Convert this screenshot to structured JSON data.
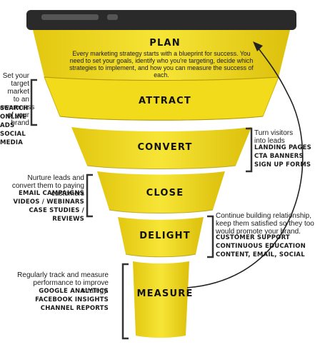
{
  "stages": [
    {
      "title": "PLAN",
      "description": "Every marketing strategy starts with a blueprint for success. You need to set your goals, identify who you're targeting, decide which strategies to implement, and how you can measure the success of each."
    },
    {
      "title": "ATTRACT"
    },
    {
      "title": "CONVERT"
    },
    {
      "title": "CLOSE"
    },
    {
      "title": "DELIGHT"
    },
    {
      "title": "MEASURE"
    }
  ],
  "notes": {
    "attract": {
      "text": "Set your target market to an awareness of your brand",
      "items": [
        "SEARCH",
        "ONLINE ADS",
        "SOCIAL MEDIA"
      ]
    },
    "convert": {
      "text": "Turn visitors into leads",
      "items": [
        "LANDING PAGES",
        "CTA BANNERS",
        "SIGN UP FORMS"
      ]
    },
    "close": {
      "text": "Nurture leads and convert them to paying customers",
      "items": [
        "EMAIL CAMPAIGNS",
        "VIDEOS / WEBINARS",
        "CASE STUDIES / REVIEWS"
      ]
    },
    "delight": {
      "text": "Continue building relationship, keep them satisfied so they too would promote your brand.",
      "items": [
        "CUSTOMER SUPPORT",
        "CONTINUOUS EDUCATION",
        "CONTENT, EMAIL, SOCIAL"
      ]
    },
    "measure": {
      "text": "Regularly track and measure performance to improve strategy.",
      "items": [
        "GOOGLE ANALYTICS",
        "FACEBOOK INSIGHTS",
        "CHANNEL REPORTS"
      ]
    }
  },
  "colors": {
    "yellow": "#f4dd1a",
    "yellow_light": "#f8e84a",
    "yellow_dark": "#c9b10c",
    "band": "#2b2b2b",
    "line": "#222222"
  }
}
